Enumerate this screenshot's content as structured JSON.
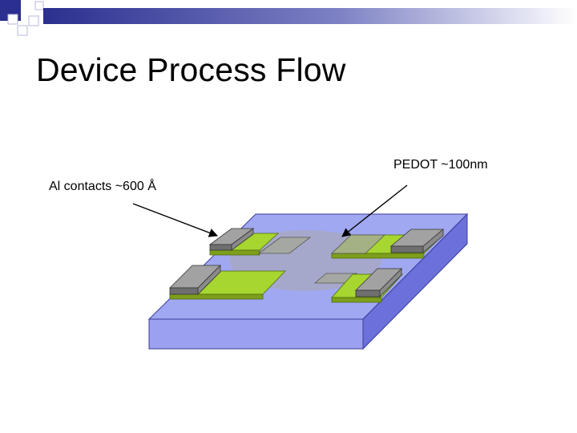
{
  "slide": {
    "title": "Device Process Flow"
  },
  "callouts": {
    "al_contacts": "Al contacts ~600 Å",
    "pedot": "PEDOT ~100nm"
  },
  "colors": {
    "header_square": "#2b2f8f",
    "substrate_top": "#a0a8f2",
    "substrate_front": "#9ba1ee",
    "substrate_side": "#6c70da",
    "pedot_film": "#a8a8c0",
    "al_contact_top": "#a2a2a2",
    "al_contact_side": "#6f6f6f",
    "electrode_green": "#a6d62f",
    "electrode_green_dark": "#7d9f1a"
  }
}
